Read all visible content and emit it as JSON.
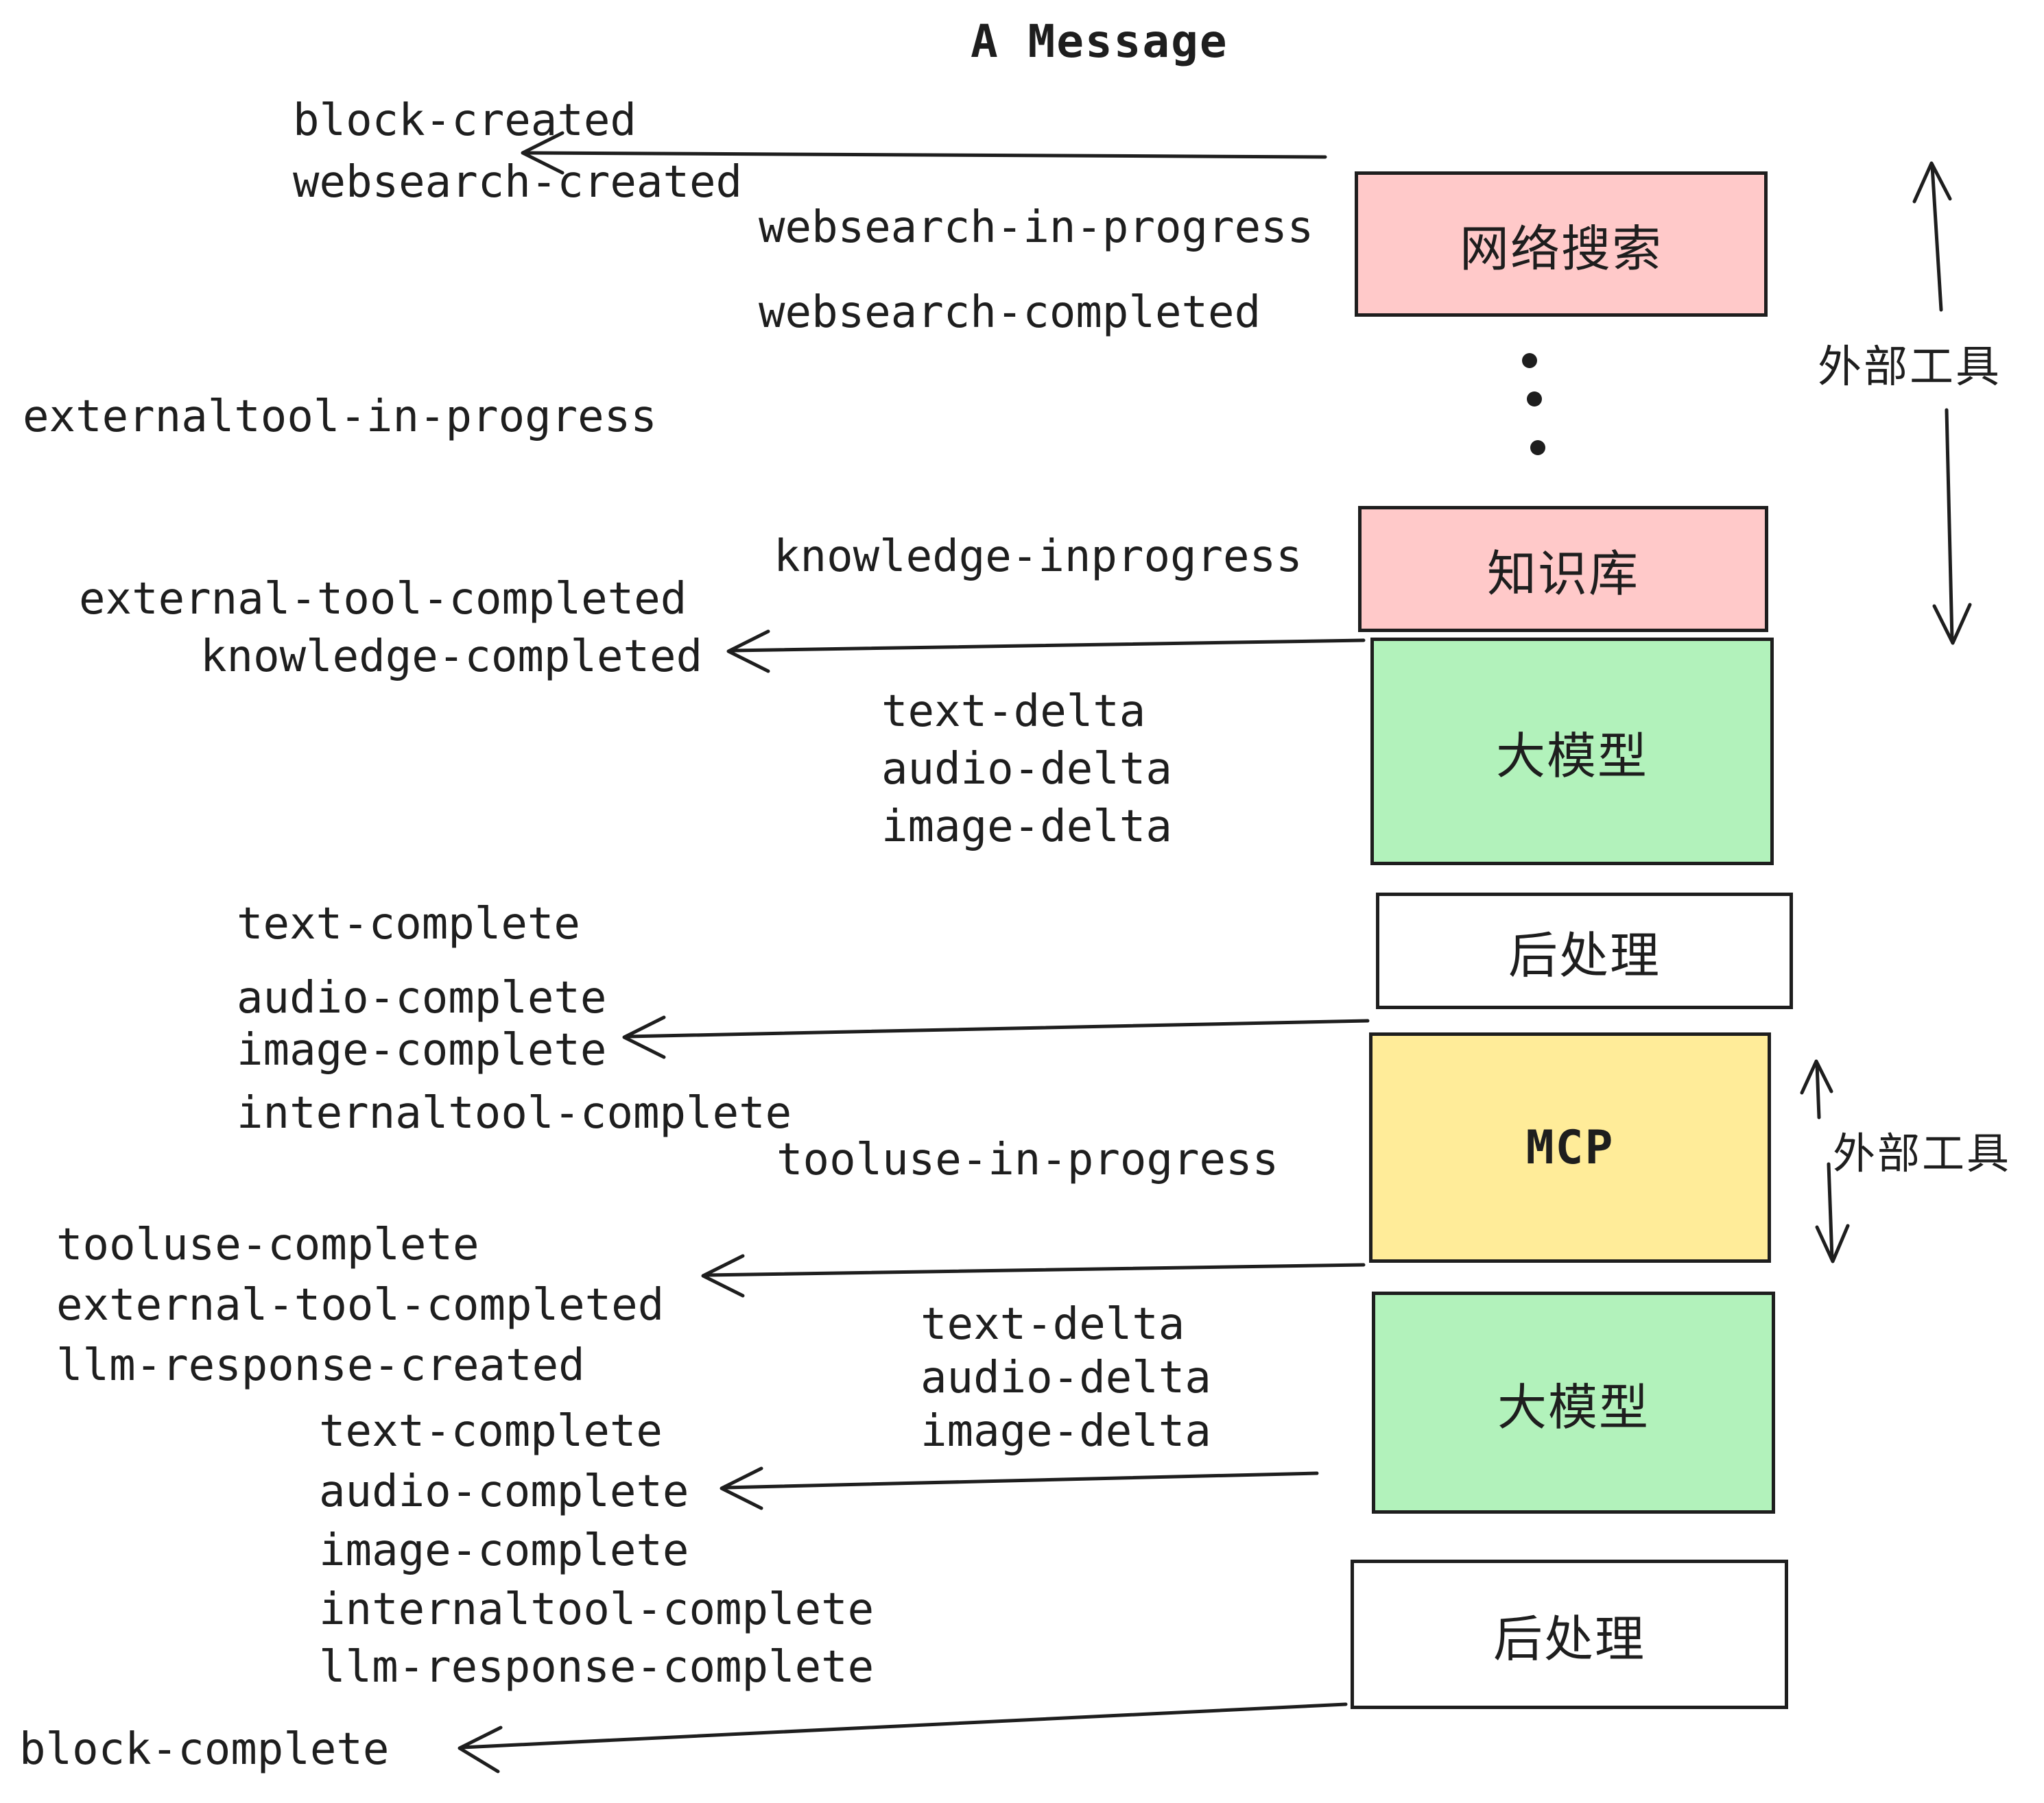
{
  "title": "A Message",
  "colors": {
    "ink": "#1e1e1e",
    "pink": "#ffc9c9",
    "green": "#b2f2bb",
    "yellow": "#ffec99",
    "white": "#ffffff"
  },
  "boxes": {
    "websearch": {
      "label": "网络搜索"
    },
    "knowledge": {
      "label": "知识库"
    },
    "llm_top": {
      "label": "大模型"
    },
    "postprocess_top": {
      "label": "后处理"
    },
    "mcp": {
      "label": "MCP"
    },
    "llm_bottom": {
      "label": "大模型"
    },
    "postprocess_bottom": {
      "label": "后处理"
    }
  },
  "side_labels": {
    "external_tools_top": "外部工具",
    "external_tools_mcp": "外部工具"
  },
  "events": {
    "block_created": "block-created",
    "websearch_created": "websearch-created",
    "websearch_in_progress": "websearch-in-progress",
    "websearch_completed": "websearch-completed",
    "externaltool_in_progress": "externaltool-in-progress",
    "knowledge_inprogress": "knowledge-inprogress",
    "external_tool_completed_1": "external-tool-completed",
    "knowledge_completed": "knowledge-completed",
    "text_delta_1": "text-delta",
    "audio_delta_1": "audio-delta",
    "image_delta_1": "image-delta",
    "text_complete_1": "text-complete",
    "audio_complete_1": "audio-complete",
    "image_complete_1": "image-complete",
    "internaltool_complete_1": "internaltool-complete",
    "tooluse_in_progress": "tooluse-in-progress",
    "tooluse_complete": "tooluse-complete",
    "external_tool_completed_2": "external-tool-completed",
    "llm_response_created": "llm-response-created",
    "text_delta_2": "text-delta",
    "audio_delta_2": "audio-delta",
    "image_delta_2": "image-delta",
    "text_complete_2": "text-complete",
    "audio_complete_2": "audio-complete",
    "image_complete_2": "image-complete",
    "internaltool_complete_2": "internaltool-complete",
    "llm_response_complete": "llm-response-complete",
    "block_complete": "block-complete"
  }
}
